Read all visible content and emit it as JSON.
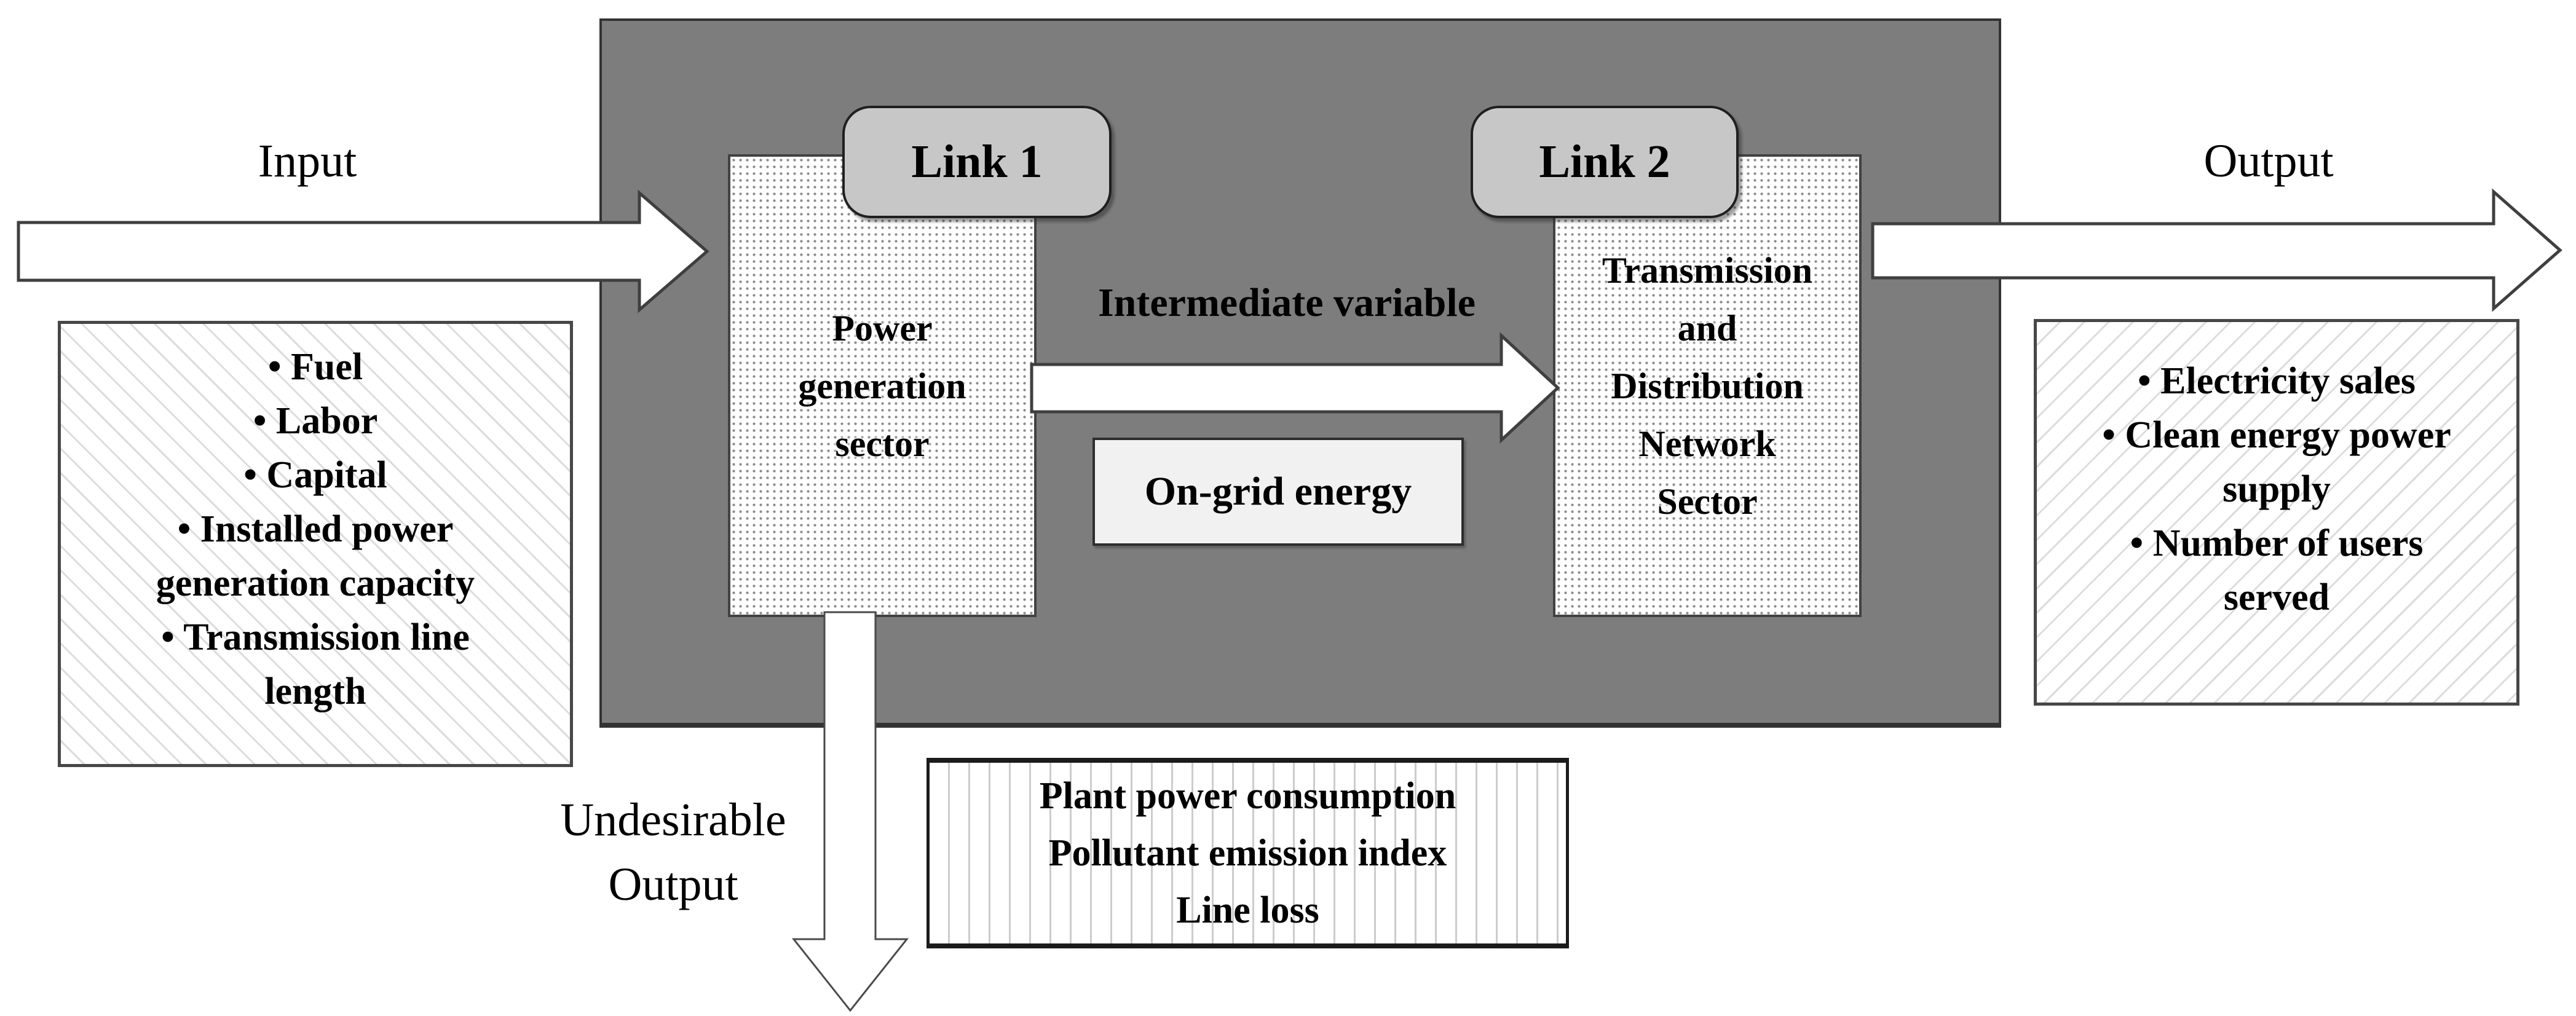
{
  "labels": {
    "input": "Input",
    "output": "Output",
    "intermediate_variable": "Intermediate variable",
    "undesirable_output": [
      "Undesirable",
      "Output"
    ]
  },
  "links": {
    "link1": "Link 1",
    "link2": "Link 2"
  },
  "sectors": {
    "power_generation": {
      "lines": [
        "Power",
        "generation",
        "sector"
      ]
    },
    "transmission_distribution": {
      "lines": [
        "Transmission",
        "and",
        "Distribution",
        "Network",
        "Sector"
      ]
    }
  },
  "intermediate_box": {
    "label": "On-grid energy"
  },
  "input_box": {
    "items": [
      "• Fuel",
      "• Labor",
      "• Capital",
      "• Installed power generation capacity",
      "• Transmission line length"
    ]
  },
  "output_box": {
    "items": [
      "• Electricity sales",
      "• Clean energy power supply",
      "• Number of users served"
    ]
  },
  "undesirable_output_box": {
    "lines": [
      "Plant power consumption",
      "Pollutant emission index",
      "Line loss"
    ]
  },
  "colors": {
    "system_box_fill": "#7d7d7d",
    "system_box_border": "#333333",
    "link_capsule_fill": "#c7c7c7",
    "ongrid_box_fill": "#f1f1f1",
    "arrow_fill": "#ffffff",
    "arrow_stroke": "#3f3f3f",
    "text": "#000000"
  }
}
